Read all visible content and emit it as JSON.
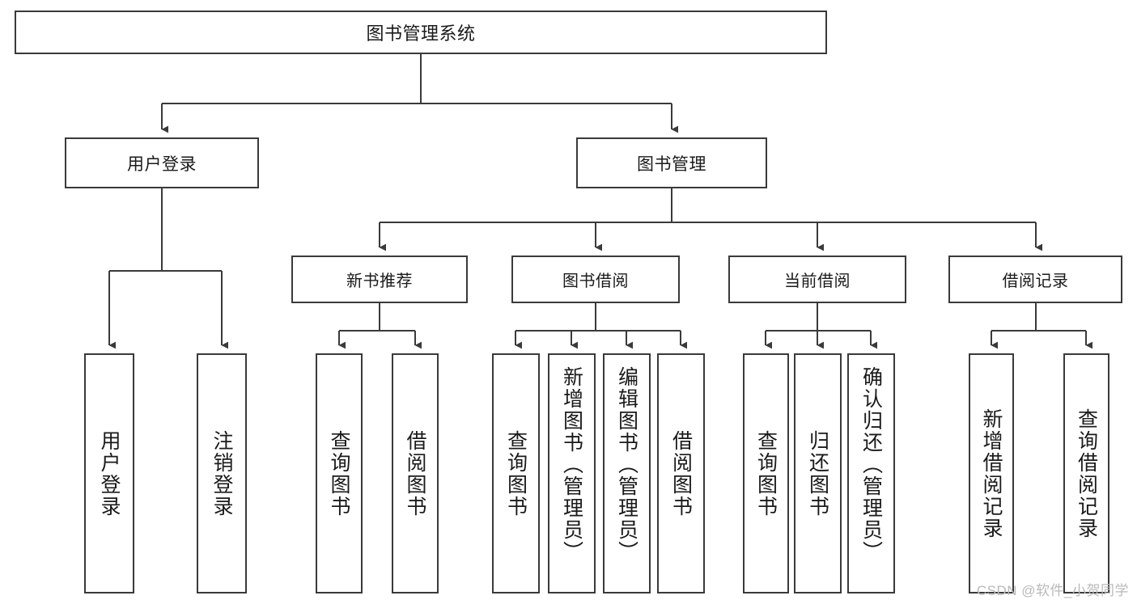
{
  "diagram": {
    "type": "tree",
    "title_node": {
      "label": "图书管理系统"
    },
    "level1": [
      {
        "id": "user-login",
        "label": "用户登录"
      },
      {
        "id": "book-management",
        "label": "图书管理"
      }
    ],
    "level2": [
      {
        "id": "new-book-recommend",
        "label": "新书推荐",
        "parent": "book-management"
      },
      {
        "id": "book-borrow",
        "label": "图书借阅",
        "parent": "book-management"
      },
      {
        "id": "current-borrow",
        "label": "当前借阅",
        "parent": "book-management"
      },
      {
        "id": "borrow-record",
        "label": "借阅记录",
        "parent": "book-management"
      }
    ],
    "leaves": [
      {
        "id": "leaf-user-login",
        "label": "用户登录",
        "parent": "user-login"
      },
      {
        "id": "leaf-user-logout",
        "label": "注销登录",
        "parent": "user-login"
      },
      {
        "id": "leaf-query-book-1",
        "label": "查询图书",
        "parent": "new-book-recommend"
      },
      {
        "id": "leaf-borrow-book-1",
        "label": "借阅图书",
        "parent": "new-book-recommend"
      },
      {
        "id": "leaf-query-book-2",
        "label": "查询图书",
        "parent": "book-borrow"
      },
      {
        "id": "leaf-add-book",
        "label": "新增图书（管理员）",
        "parent": "book-borrow"
      },
      {
        "id": "leaf-edit-book",
        "label": "编辑图书（管理员）",
        "parent": "book-borrow"
      },
      {
        "id": "leaf-borrow-book-2",
        "label": "借阅图书",
        "parent": "book-borrow"
      },
      {
        "id": "leaf-query-book-3",
        "label": "查询图书",
        "parent": "current-borrow"
      },
      {
        "id": "leaf-return-book",
        "label": "归还图书",
        "parent": "current-borrow"
      },
      {
        "id": "leaf-confirm-return",
        "label": "确认归还（管理员）",
        "parent": "current-borrow"
      },
      {
        "id": "leaf-add-record",
        "label": "新增借阅记录",
        "parent": "borrow-record"
      },
      {
        "id": "leaf-query-record",
        "label": "查询借阅记录",
        "parent": "borrow-record"
      }
    ],
    "watermark": "CSDN @软件_小贺同学",
    "colors": {
      "border": "#3a3a3a",
      "line": "#3a3a3a",
      "background": "#ffffff",
      "text": "#1a1a1a",
      "watermark": "#b9b9b9"
    }
  }
}
